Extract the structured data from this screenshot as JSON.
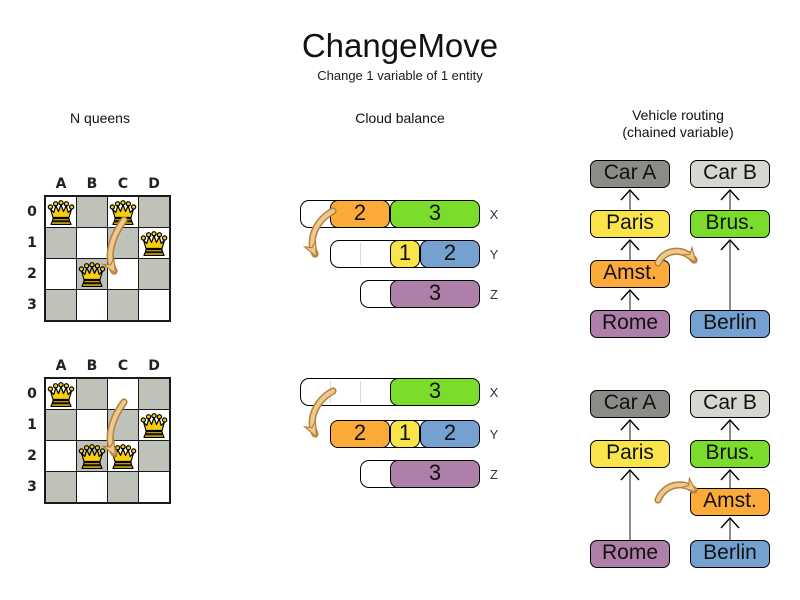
{
  "title": {
    "text": "ChangeMove",
    "subtitle": "Change 1 variable of 1 entity"
  },
  "panels": {
    "nqueens": {
      "header": "N queens",
      "column_labels": [
        "A",
        "B",
        "C",
        "D"
      ],
      "row_labels": [
        "0",
        "1",
        "2",
        "3"
      ],
      "states": {
        "before": {
          "queens": [
            "A0",
            "C0",
            "D1",
            "B2"
          ],
          "move_from": "C0",
          "move_to": "C2"
        },
        "after": {
          "queens": [
            "A0",
            "D1",
            "B2",
            "C2"
          ],
          "move_from": "C0",
          "move_to": "C2"
        }
      }
    },
    "cloud": {
      "header": "Cloud balance",
      "states": {
        "before": [
          {
            "computer": "X",
            "capacity": 6,
            "blocks": [
              {
                "value": 2,
                "color": "orange"
              },
              {
                "value": 3,
                "color": "green"
              }
            ]
          },
          {
            "computer": "Y",
            "capacity": 5,
            "blocks": [
              {
                "value": 1,
                "color": "yellow"
              },
              {
                "value": 2,
                "color": "blue"
              }
            ]
          },
          {
            "computer": "Z",
            "capacity": 4,
            "blocks": [
              {
                "value": 3,
                "color": "purple"
              }
            ]
          }
        ],
        "after": [
          {
            "computer": "X",
            "capacity": 6,
            "blocks": [
              {
                "value": 3,
                "color": "green"
              }
            ]
          },
          {
            "computer": "Y",
            "capacity": 5,
            "blocks": [
              {
                "value": 2,
                "color": "orange"
              },
              {
                "value": 1,
                "color": "yellow"
              },
              {
                "value": 2,
                "color": "blue"
              }
            ]
          },
          {
            "computer": "Z",
            "capacity": 4,
            "blocks": [
              {
                "value": 3,
                "color": "purple"
              }
            ]
          }
        ]
      }
    },
    "vehicle": {
      "header": "Vehicle routing",
      "header2": "(chained variable)",
      "box_colors": {
        "Car A": "carA",
        "Car B": "carB",
        "Paris": "yellow",
        "Brus.": "green",
        "Amst.": "orange",
        "Rome": "purple",
        "Berlin": "blue"
      },
      "states": {
        "before": {
          "left": [
            "Car A",
            "Paris",
            "Amst.",
            "Rome"
          ],
          "right": [
            "Car B",
            "Brus.",
            "Berlin"
          ]
        },
        "after": {
          "left": [
            "Car A",
            "Paris",
            "Rome"
          ],
          "right": [
            "Car B",
            "Brus.",
            "Amst.",
            "Berlin"
          ]
        }
      }
    }
  },
  "colors": {
    "orange": "#fcab3a",
    "green": "#7bdc2b",
    "yellow": "#f9e54b",
    "blue": "#74a1d0",
    "purple": "#ae80a9",
    "carA": "#8a8c87",
    "carB": "#d4d8d0",
    "board_dark_cell": "#bec2b9",
    "queen_gold": "#f8cd0e",
    "arrow_light": "#ecc98f",
    "arrow_dark": "#b5813a",
    "chain_line": "#777777"
  }
}
